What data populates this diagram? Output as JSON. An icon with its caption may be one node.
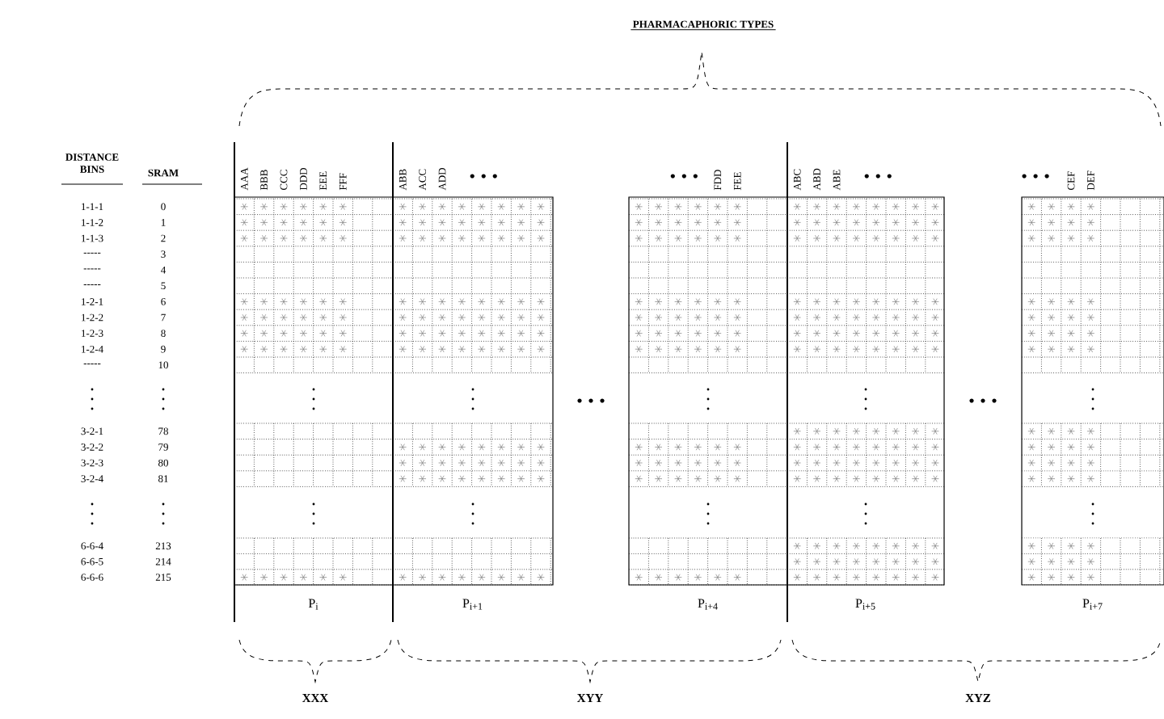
{
  "diagram": {
    "title": "PHARMACAPHORIC TYPES",
    "nodes": [
      {
        "text": [
          "AAA",
          "BBB",
          "CCC",
          "DDD",
          "EEE",
          "FFF",
          "P$_{i}$"
        ]
      },
      {
        "text": [
          "ABB",
          "ACC",
          "ADD",
          "P$_{i+1}$"
        ]
      },
      {
        "text": [
          "FDD",
          "FEE",
          "P$_{i+4}$"
        ]
      },
      {
        "text": [
          "ABC",
          "ABD",
          "ABE",
          "P$_{i+5}$"
        ]
      },
      {
        "text": [
          "CEF",
          "DEF",
          "P$_{i+7}$"
        ]
      }
    ],
    "labels": [
      "DISTANCE BINS",
      "SRAM",
      "1-1-1",
      "0",
      "1-1-2",
      "1",
      "1-1-3",
      "2",
      "-----",
      "3",
      "-----",
      "4",
      "-----",
      "5",
      "1-2-1",
      "6",
      "1-2-2",
      "7",
      "1-2-3",
      "8",
      "1-2-4",
      "9",
      "-----",
      "10",
      "3-2-1",
      "78",
      "3-2-2",
      "79",
      "3-2-3",
      "80",
      "3-2-4",
      "81",
      "6-6-4",
      "213",
      "6-6-5",
      "214",
      "6-6-6",
      "215",
      "XXX",
      "XYY",
      "XYZ"
    ]
  }
}
